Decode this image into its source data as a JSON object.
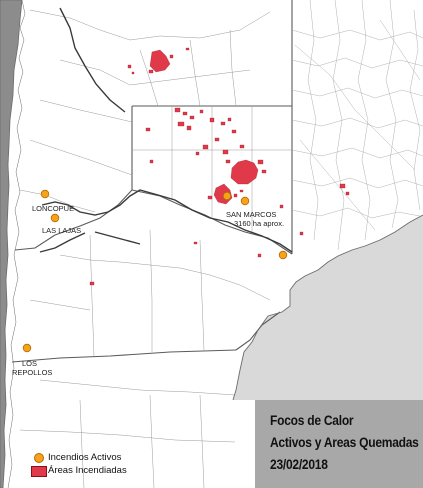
{
  "title": {
    "line1": "Focos de Calor",
    "line2": "Activos y Areas Quemadas",
    "line3": "23/02/2018"
  },
  "legend": {
    "active_fires": "Incendios Activos",
    "burned_areas": "Áreas Incendiadas"
  },
  "places": {
    "loncopue": "LONCOPUE",
    "las_lajas": "LAS LAJAS",
    "san_marcos": "SAN MARCOS",
    "san_marcos_area": "3160 ha aprox.",
    "los_repollos_1": "LOS",
    "los_repollos_2": "REPOLLOS"
  },
  "colors": {
    "fire": "#f7a21b",
    "burned": "#e03a4a",
    "land": "#ffffff",
    "outside": "#d9d9d9",
    "chile": "#8c8c8c",
    "border": "#6b6b6b"
  }
}
